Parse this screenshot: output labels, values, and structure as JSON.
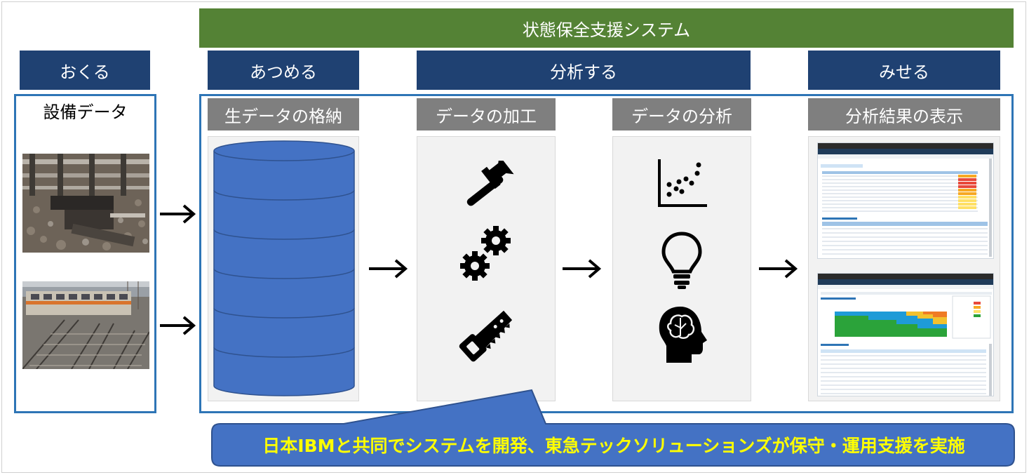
{
  "system_title": "状態保全支援システム",
  "stages": {
    "send": "おくる",
    "collect": "あつめる",
    "analyze": "分析する",
    "show": "みせる"
  },
  "left_box_title": "設備データ",
  "steps": {
    "store": "生データの格納",
    "process": "データの加工",
    "analyze": "データの分析",
    "display": "分析結果の表示"
  },
  "callout": "日本IBMと共同でシステムを開発、東急テックソリューションズが保守・運用支援を実施",
  "icons": [
    "database-icon",
    "hammer-icon",
    "gears-icon",
    "saw-icon",
    "scatter-plot-icon",
    "lightbulb-icon",
    "brain-head-icon",
    "arrow-right-icon"
  ],
  "colors": {
    "green": "#548235",
    "navy": "#1f4172",
    "gray": "#7f7f7f",
    "outline_blue": "#2e75b6",
    "database_blue": "#4472c4",
    "callout_blue": "#4472c4",
    "callout_text": "#ffff00"
  }
}
